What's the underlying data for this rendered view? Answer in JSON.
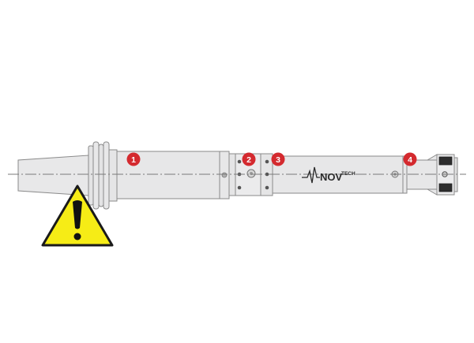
{
  "brand": {
    "logo_main": "NOV",
    "logo_sub": "TECH"
  },
  "markers": [
    {
      "label": "1"
    },
    {
      "label": "2"
    },
    {
      "label": "3"
    },
    {
      "label": "4"
    }
  ],
  "colors": {
    "tool_fill": "#e7e7e8",
    "tool_stroke": "#8a8a8a",
    "marker_red": "#d42a2f",
    "warning_yellow": "#f6ec16",
    "centerline": "#7a7a7a"
  },
  "icons": [
    "warning-icon"
  ]
}
